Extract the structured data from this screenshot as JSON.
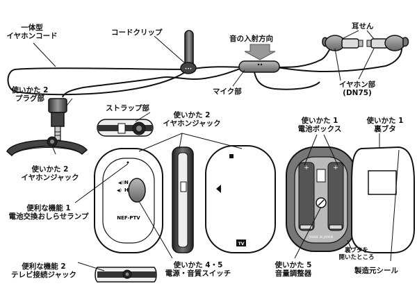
{
  "labels": {
    "integrated_cord": [
      "一体型",
      "イヤホンコード"
    ],
    "cord_clip": "コードクリップ",
    "sound_direction": "音の入射方向",
    "mic": "マイク部",
    "earplug": "耳せん",
    "earphone": [
      "イヤホン部",
      "(DN75)"
    ],
    "plug": [
      "使いかた 2",
      "プラグ部"
    ],
    "strap": "ストラップ部",
    "earphone_jack_top": [
      "使いかた 2",
      "イヤホンジャック"
    ],
    "battery_box": [
      "使いかた 1",
      "電池ボックス"
    ],
    "back_cover": [
      "使いかた 1",
      "裏ブタ"
    ],
    "earphone_jack_left": [
      "使いかた 2",
      "イヤホンジャック"
    ],
    "feature1": [
      "便利な機能 1",
      "電池交換おしらせランプ"
    ],
    "feature2": [
      "便利な機能 2",
      "テレビ接続ジャック"
    ],
    "power_switch": [
      "使いかた 4・5",
      "電源・音質スイッチ"
    ],
    "volume": [
      "使いかた 5",
      "音量調整器"
    ],
    "cover_opened": [
      "裏ブタを",
      "開いたところ"
    ],
    "maker_seal": "製造元シール"
  },
  "device_text": {
    "model": "NEF-PTV",
    "tv": "TV",
    "switch_n": "N",
    "switch_h": "H",
    "made_in": "MADE IN JAPAN"
  }
}
